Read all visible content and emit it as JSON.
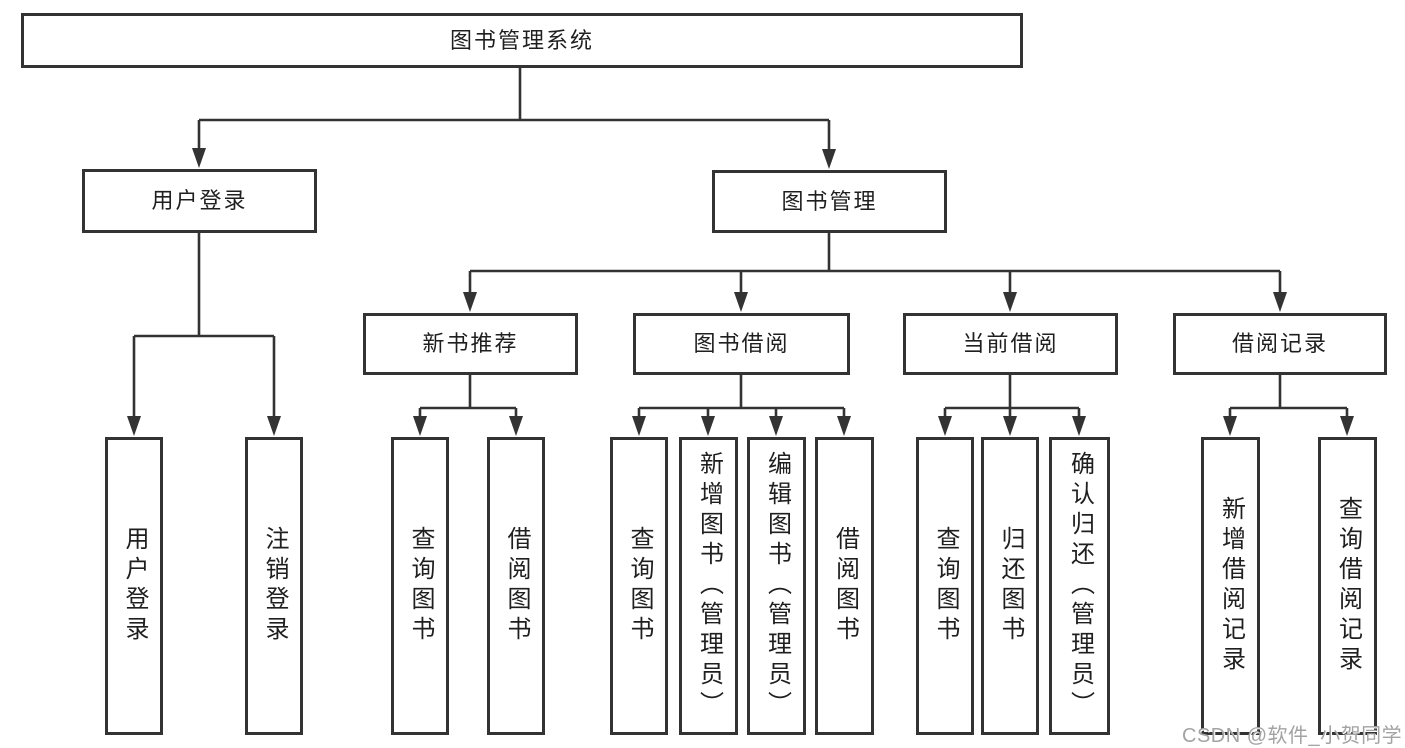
{
  "diagram": {
    "type": "hierarchy-diagram",
    "colors": {
      "line": "#333333",
      "text": "#1f1f1f",
      "box_background": "#ffffff",
      "page_background": "#ffffff",
      "watermark": "#a3a3a3"
    },
    "watermark": {
      "text": "CSDN @软件_小贺同学"
    },
    "tree": {
      "label": "图书管理系统",
      "children": [
        {
          "label": "用户登录",
          "children": [
            {
              "label": "用户登录"
            },
            {
              "label": "注销登录"
            }
          ]
        },
        {
          "label": "图书管理",
          "children": [
            {
              "label": "新书推荐",
              "children": [
                {
                  "label": "查询图书"
                },
                {
                  "label": "借阅图书"
                }
              ]
            },
            {
              "label": "图书借阅",
              "children": [
                {
                  "label": "查询图书"
                },
                {
                  "label": "新增图书（管理员）"
                },
                {
                  "label": "编辑图书（管理员）"
                },
                {
                  "label": "借阅图书"
                }
              ]
            },
            {
              "label": "当前借阅",
              "children": [
                {
                  "label": "查询图书"
                },
                {
                  "label": "归还图书"
                },
                {
                  "label": "确认归还（管理员）"
                }
              ]
            },
            {
              "label": "借阅记录",
              "children": [
                {
                  "label": "新增借阅记录"
                },
                {
                  "label": "查询借阅记录"
                }
              ]
            }
          ]
        }
      ]
    }
  }
}
